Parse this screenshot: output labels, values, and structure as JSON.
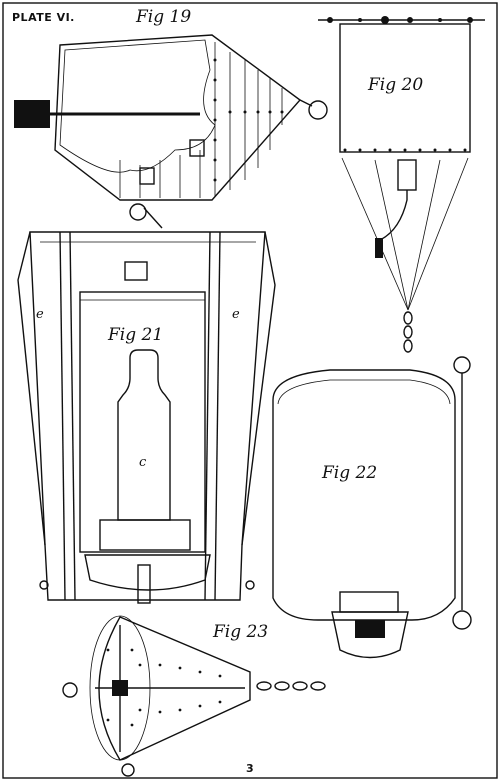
{
  "plate": {
    "title": "PLATE VI.",
    "page_number": "3"
  },
  "figures": {
    "fig19": "Fig 19",
    "fig20": "Fig 20",
    "fig21": "Fig 21",
    "fig22": "Fig 22",
    "fig23": "Fig 23"
  },
  "fig21_letters": {
    "left_e": "e",
    "right_e": "e",
    "center_c": "c"
  }
}
